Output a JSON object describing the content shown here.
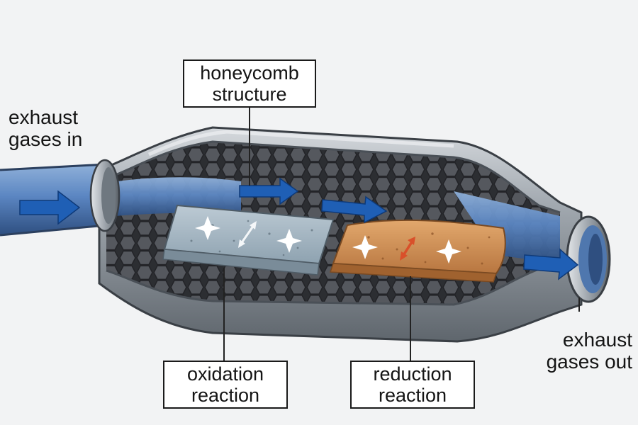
{
  "labels": {
    "exhaust_in": [
      "exhaust",
      "gases in"
    ],
    "exhaust_out": [
      "exhaust",
      "gases out"
    ],
    "honeycomb": [
      "honeycomb",
      "structure"
    ],
    "oxidation": [
      "oxidation",
      "reaction"
    ],
    "reduction": [
      "reduction",
      "reaction"
    ]
  },
  "colors": {
    "background": "#f2f3f4",
    "shell": "#9aa1a8",
    "shell_dark": "#5c636a",
    "pipe_blue": "#5b86c2",
    "honeycomb": "#3b3d41",
    "oxidation_block": "#a9b9c4",
    "reduction_block": "#d2965a",
    "flow_arrow": "#1f5fb5",
    "reaction_arrow_oxidation": "#e8eef2",
    "reaction_arrow_reduction": "#d9502a",
    "sparkle": "#ffffff"
  },
  "icons": [
    "flow-arrow-icon",
    "sparkle-icon",
    "double-arrow-icon"
  ]
}
